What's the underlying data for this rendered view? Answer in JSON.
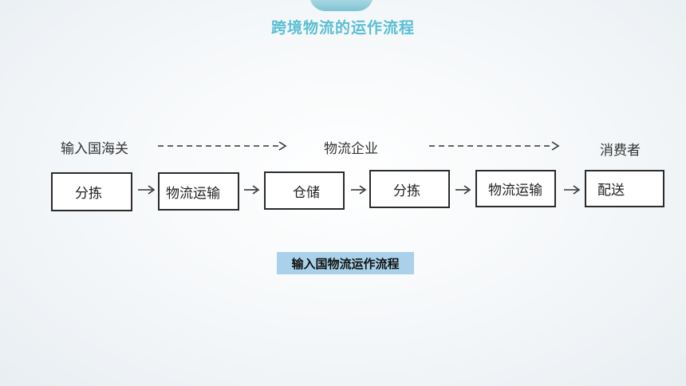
{
  "title": "跨境物流的运作流程",
  "stages": [
    "输入国海关",
    "物流企业",
    "消费者"
  ],
  "steps": [
    "分拣",
    "物流运输",
    "仓储",
    "分拣",
    "物流运输",
    "配送"
  ],
  "caption": "输入国物流运作流程",
  "colors": {
    "title": "#5bbfd3",
    "caption_bg": "#a9d2ea",
    "border": "#2b2b2b"
  }
}
